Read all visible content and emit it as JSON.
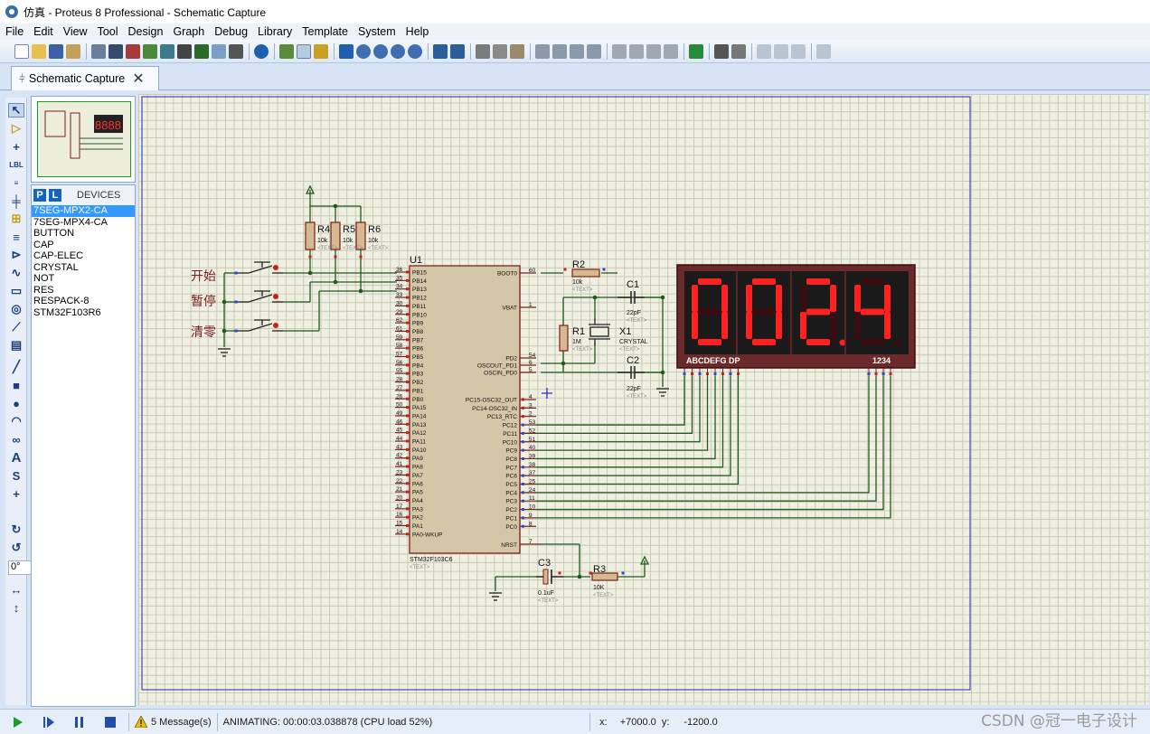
{
  "window": {
    "title": "仿真 - Proteus 8 Professional - Schematic Capture"
  },
  "menu": [
    "File",
    "Edit",
    "View",
    "Tool",
    "Design",
    "Graph",
    "Debug",
    "Library",
    "Template",
    "System",
    "Help"
  ],
  "tab": {
    "label": "Schematic Capture"
  },
  "device_panel": {
    "p_button": "P",
    "l_button": "L",
    "title": "DEVICES",
    "items": [
      "7SEG-MPX2-CA",
      "7SEG-MPX4-CA",
      "BUTTON",
      "CAP",
      "CAP-ELEC",
      "CRYSTAL",
      "NOT",
      "RES",
      "RESPACK-8",
      "STM32F103R6"
    ],
    "selected_index": 0
  },
  "rotation": "0°",
  "schematic": {
    "buttons": [
      "开始",
      "暂停",
      "清零"
    ],
    "resistors": [
      {
        "name": "R4",
        "value": "10k"
      },
      {
        "name": "R5",
        "value": "10k"
      },
      {
        "name": "R6",
        "value": "10k"
      },
      {
        "name": "R2",
        "value": "10k"
      },
      {
        "name": "R1",
        "value": "1M"
      },
      {
        "name": "R3",
        "value": "10K"
      }
    ],
    "caps": [
      {
        "name": "C1",
        "value": "22pF"
      },
      {
        "name": "C2",
        "value": "22pF"
      },
      {
        "name": "C3",
        "value": "0.1uF"
      }
    ],
    "crystal": {
      "name": "X1",
      "type": "CRYSTAL"
    },
    "mcu": {
      "ref": "U1",
      "part": "STM32F103C6",
      "left_pins": [
        {
          "num": "36",
          "name": "PB15"
        },
        {
          "num": "35",
          "name": "PB14"
        },
        {
          "num": "34",
          "name": "PB13"
        },
        {
          "num": "33",
          "name": "PB12"
        },
        {
          "num": "30",
          "name": "PB11"
        },
        {
          "num": "29",
          "name": "PB10"
        },
        {
          "num": "62",
          "name": "PB9"
        },
        {
          "num": "61",
          "name": "PB8"
        },
        {
          "num": "59",
          "name": "PB7"
        },
        {
          "num": "58",
          "name": "PB6"
        },
        {
          "num": "57",
          "name": "PB5"
        },
        {
          "num": "56",
          "name": "PB4"
        },
        {
          "num": "55",
          "name": "PB3"
        },
        {
          "num": "28",
          "name": "PB2"
        },
        {
          "num": "27",
          "name": "PB1"
        },
        {
          "num": "26",
          "name": "PB0"
        },
        {
          "num": "50",
          "name": "PA15"
        },
        {
          "num": "49",
          "name": "PA14"
        },
        {
          "num": "46",
          "name": "PA13"
        },
        {
          "num": "45",
          "name": "PA12"
        },
        {
          "num": "44",
          "name": "PA11"
        },
        {
          "num": "43",
          "name": "PA10"
        },
        {
          "num": "42",
          "name": "PA9"
        },
        {
          "num": "41",
          "name": "PA8"
        },
        {
          "num": "23",
          "name": "PA7"
        },
        {
          "num": "22",
          "name": "PA6"
        },
        {
          "num": "21",
          "name": "PA5"
        },
        {
          "num": "20",
          "name": "PA4"
        },
        {
          "num": "17",
          "name": "PA3"
        },
        {
          "num": "16",
          "name": "PA2"
        },
        {
          "num": "15",
          "name": "PA1"
        },
        {
          "num": "14",
          "name": "PA0-WKUP"
        }
      ],
      "right_pins_top": [
        {
          "num": "60",
          "name": "BOOT0"
        },
        {
          "num": "1",
          "name": "VBAT"
        },
        {
          "num": "54",
          "name": "PD2"
        },
        {
          "num": "6",
          "name": "OSCOUT_PD1"
        },
        {
          "num": "5",
          "name": "OSCIN_PD0"
        }
      ],
      "right_pins_bottom": [
        {
          "num": "4",
          "name": "PC15-OSC32_OUT"
        },
        {
          "num": "3",
          "name": "PC14-OSC32_IN"
        },
        {
          "num": "2",
          "name": "PC13_RTC"
        },
        {
          "num": "53",
          "name": "PC12"
        },
        {
          "num": "52",
          "name": "PC11"
        },
        {
          "num": "51",
          "name": "PC10"
        },
        {
          "num": "40",
          "name": "PC9"
        },
        {
          "num": "39",
          "name": "PC8"
        },
        {
          "num": "38",
          "name": "PC7"
        },
        {
          "num": "37",
          "name": "PC6"
        },
        {
          "num": "25",
          "name": "PC5"
        },
        {
          "num": "24",
          "name": "PC4"
        },
        {
          "num": "11",
          "name": "PC3"
        },
        {
          "num": "10",
          "name": "PC2"
        },
        {
          "num": "9",
          "name": "PC1"
        },
        {
          "num": "8",
          "name": "PC0"
        }
      ],
      "nrst": {
        "num": "7",
        "name": "NRST"
      }
    },
    "display": {
      "digits": "0024",
      "seg_label": "ABCDEFG DP",
      "digit_label": "1234",
      "segment_color": "#ff2020"
    },
    "text_placeholder": "<TEXT>"
  },
  "status": {
    "messages": "5 Message(s)",
    "animating": "ANIMATING: 00:00:03.038878 (CPU load 52%)",
    "x_label": "x:",
    "x_value": "+7000.0",
    "y_label": "y:",
    "y_value": "-1200.0"
  },
  "watermark": "CSDN @冠一电子设计"
}
